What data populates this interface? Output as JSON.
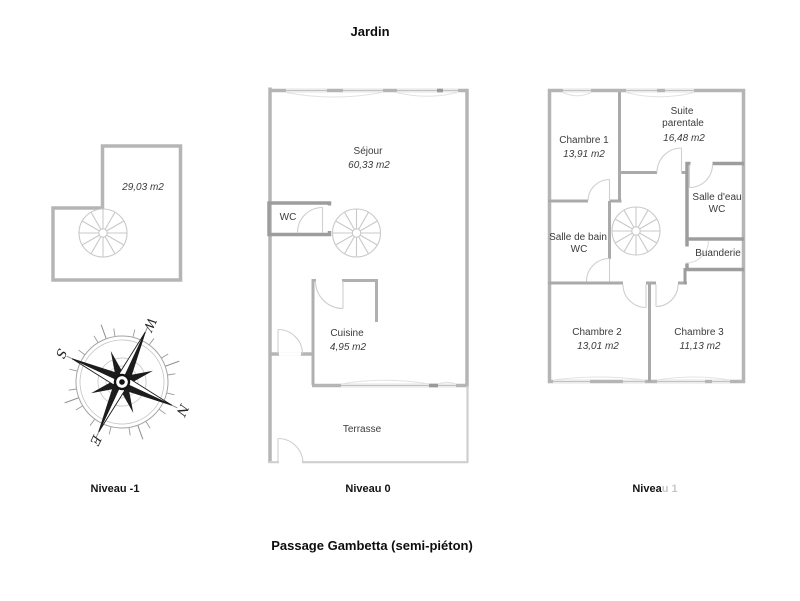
{
  "page": {
    "title_top": "Jardin",
    "title_bottom": "Passage Gambetta (semi-piéton)"
  },
  "compass": {
    "n": "N",
    "e": "E",
    "s": "S",
    "w": "W"
  },
  "colors": {
    "wall": "#b5b5b5",
    "wall_interior": "#aaaaaa",
    "wall_small_room": "#9d9d9d",
    "wall_light": "#cfcfcf",
    "door_line": "#cfcfcf",
    "stair_line": "#c9c9c9",
    "room_text": "#3b3b3b",
    "title_text": "#0d0d0d",
    "muted_label": "#c6c6c6"
  },
  "levels": [
    {
      "label": "Niveau -1",
      "rooms": [
        {
          "area": "29,03 m2"
        }
      ]
    },
    {
      "label": "Niveau 0",
      "rooms": [
        {
          "name": "Séjour",
          "area": "60,33 m2"
        },
        {
          "name": "WC"
        },
        {
          "name": "Cuisine",
          "area": "4,95 m2"
        },
        {
          "name": "Terrasse"
        }
      ]
    },
    {
      "label": "Niveau 1",
      "label_parts": {
        "dark": "Nivea",
        "light": "u 1"
      },
      "rooms": [
        {
          "name": "Chambre 1",
          "area": "13,91 m2"
        },
        {
          "name": "Suite",
          "name_line2": "parentale",
          "area": "16,48 m2"
        },
        {
          "name": "Salle d'eau",
          "name_line2": "WC"
        },
        {
          "name": "Salle de bain",
          "name_line2": "WC"
        },
        {
          "name": "Buanderie"
        },
        {
          "name": "Chambre 2",
          "area": "13,01 m2"
        },
        {
          "name": "Chambre 3",
          "area": "11,13 m2"
        }
      ]
    }
  ]
}
